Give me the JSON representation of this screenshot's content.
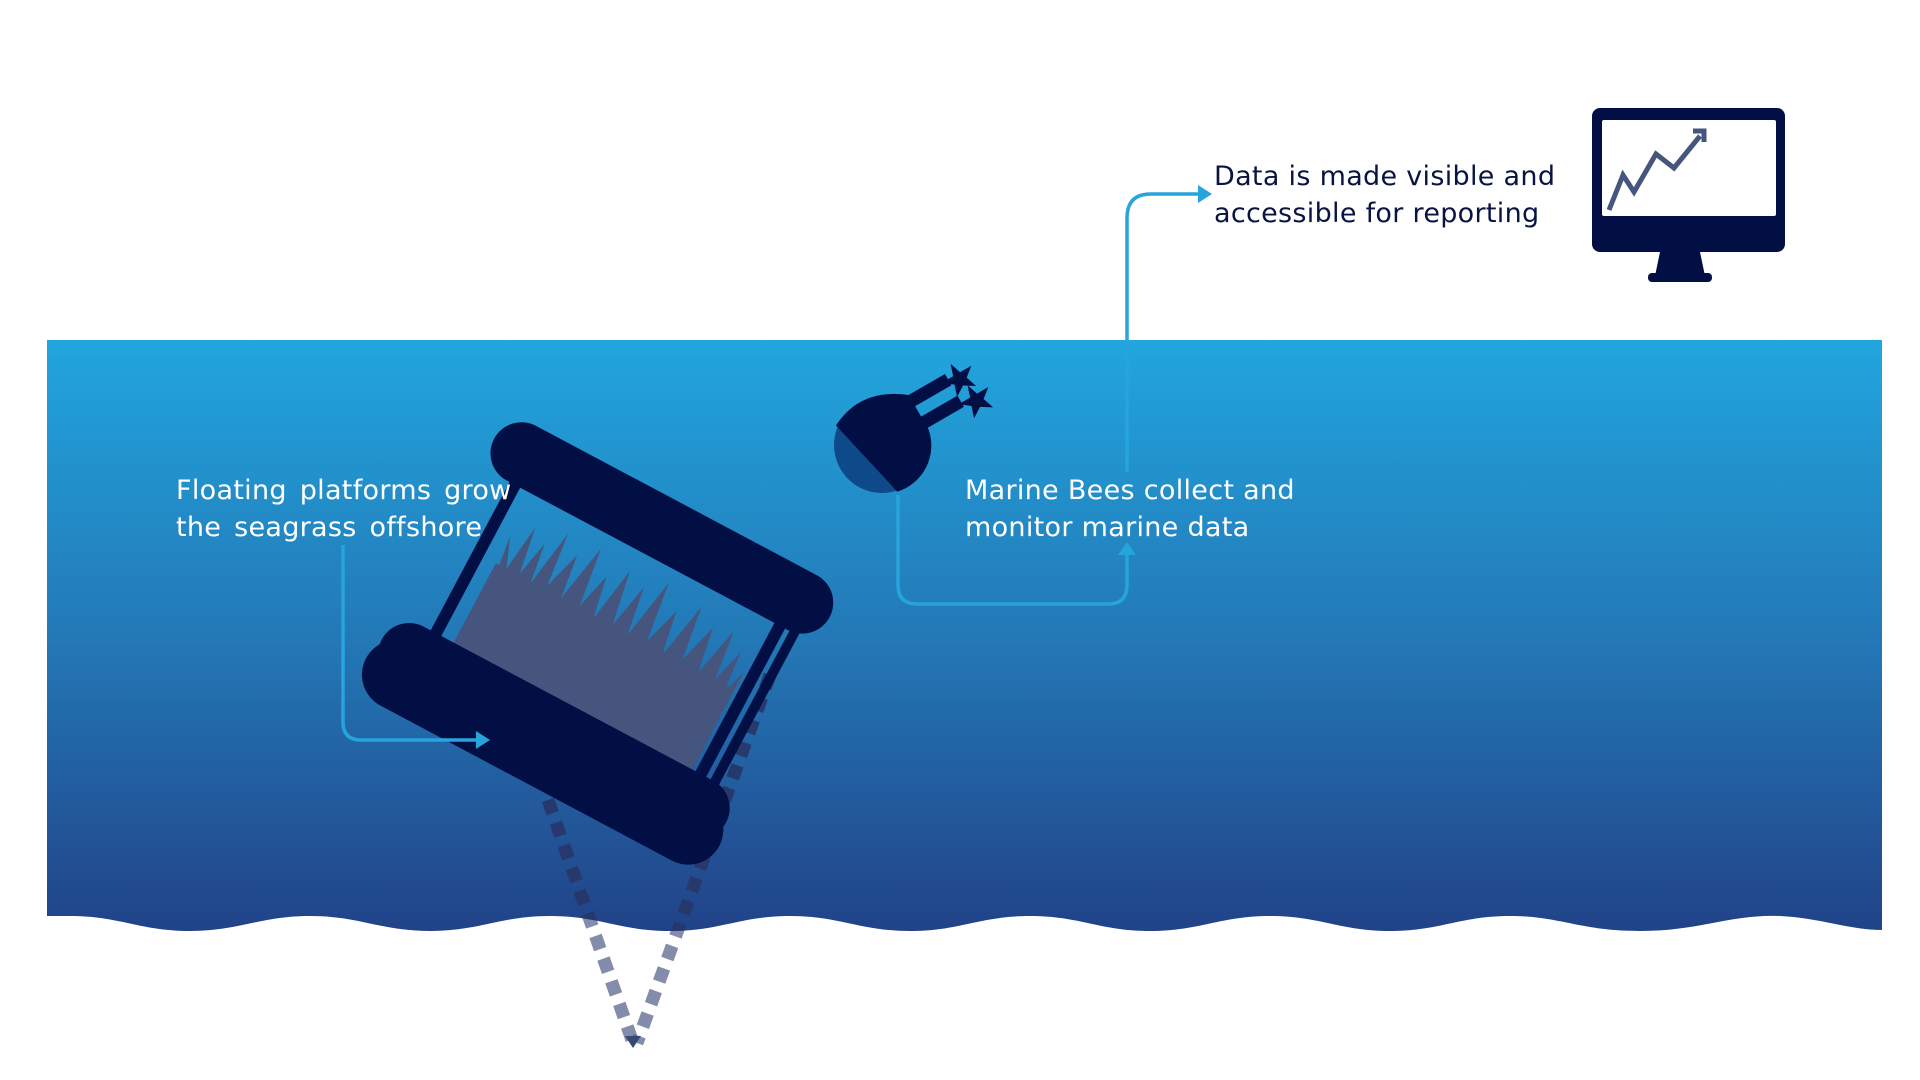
{
  "diagram": {
    "colors": {
      "ocean_top": "#22a7df",
      "ocean_mid": "#2378b6",
      "ocean_bottom": "#213f85",
      "navy": "#020f45",
      "connector": "#27a4dc",
      "seagrass": "#45557d",
      "anchor_line": "#5b6690",
      "background": "#ffffff",
      "text_dark": "#0a1442",
      "text_light": "#ffffff"
    },
    "steps": [
      {
        "id": "platforms",
        "line1": "Floating platforms grow",
        "line2": "the seagrass offshore",
        "icon": "floating-platform-icon"
      },
      {
        "id": "bees",
        "line1": "Marine Bees collect and",
        "line2": "monitor marine data",
        "icon": "marine-bee-sensor-icon"
      },
      {
        "id": "data",
        "line1": "Data is made visible and",
        "line2": "accessible for reporting",
        "icon": "monitor-chart-icon"
      }
    ]
  }
}
